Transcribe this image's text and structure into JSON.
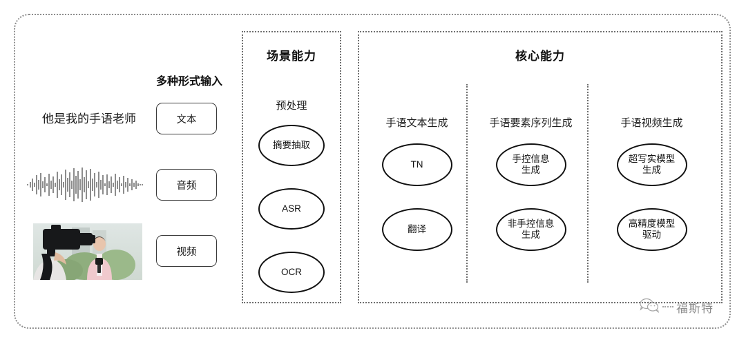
{
  "input_section": {
    "header": "多种形式输入",
    "sample_text": "他是我的手语老师",
    "buttons": [
      {
        "label": "文本",
        "name": "text-input-button"
      },
      {
        "label": "音频",
        "name": "audio-input-button"
      },
      {
        "label": "视频",
        "name": "video-input-button"
      }
    ],
    "waveform_name": "audio-waveform",
    "thumbnail_name": "video-thumbnail"
  },
  "scene_panel": {
    "title": "场景能力",
    "group_label": "预处理",
    "nodes": [
      "摘要抽取",
      "ASR",
      "OCR"
    ]
  },
  "core_panel": {
    "title": "核心能力",
    "columns": [
      {
        "label": "手语文本生成",
        "nodes": [
          "TN",
          "翻译"
        ]
      },
      {
        "label": "手语要素序列生成",
        "nodes": [
          "手控信息\n生成",
          "非手控信息\n生成"
        ]
      },
      {
        "label": "手语视频生成",
        "nodes": [
          "超写实模型\n生成",
          "高精度模型\n驱动"
        ]
      }
    ]
  },
  "watermark": {
    "text": "福斯特",
    "icon": "wechat-icon"
  },
  "colors": {
    "border_dotted": "#6f6f6f",
    "outer_dotted": "#8d8d8d",
    "node_stroke": "#111111",
    "text": "#1d1d1d"
  }
}
